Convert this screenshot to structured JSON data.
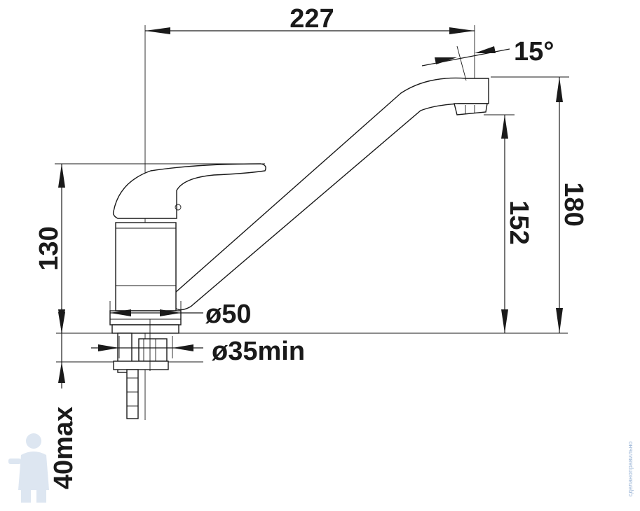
{
  "dimensions": {
    "spout_reach": "227",
    "spout_angle": "15°",
    "total_height": "180",
    "spout_height": "152",
    "base_height": "130",
    "base_diameter": "ø50",
    "hole_diameter": "ø35min",
    "max_counter_thickness": "40max"
  },
  "watermark": {
    "side_text": "сделаноправильно"
  },
  "colors": {
    "line": "#1a1a1a",
    "watermark": "#9fb8d8"
  }
}
